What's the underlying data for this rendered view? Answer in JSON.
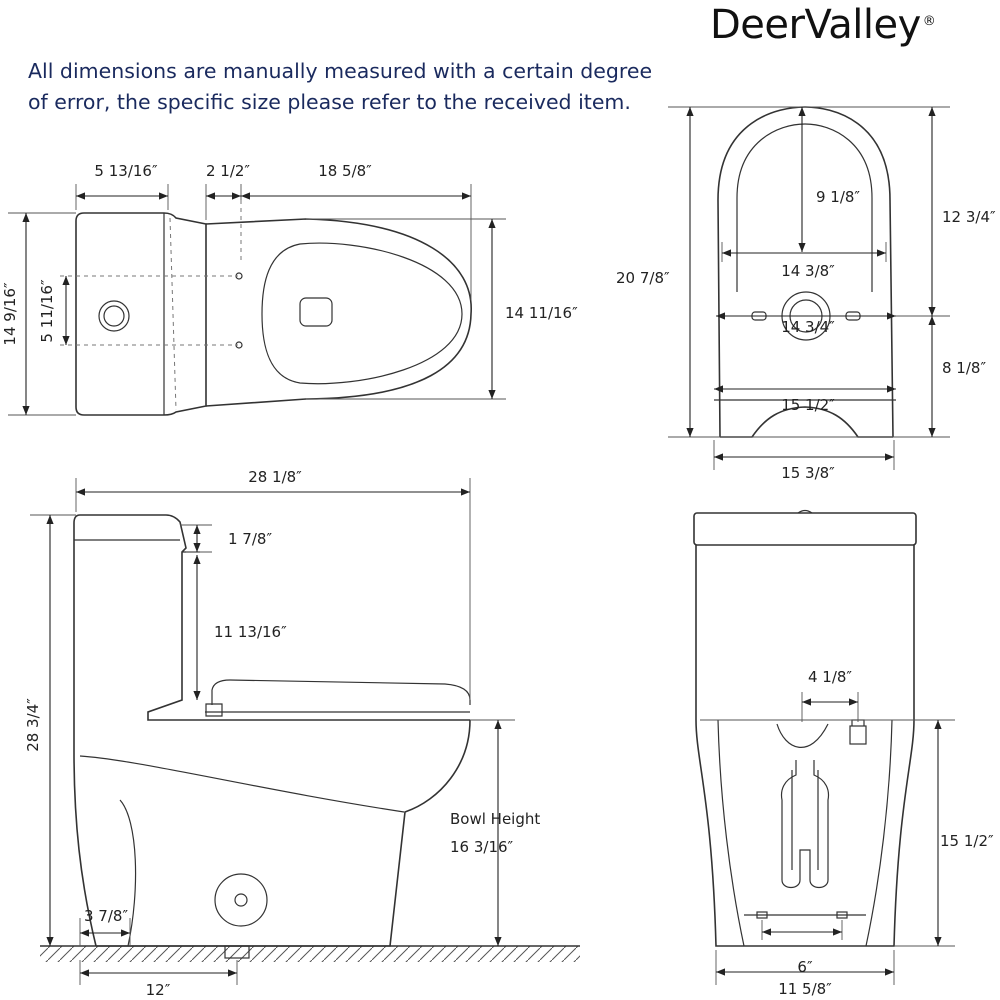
{
  "header": {
    "brand": "DeerValley",
    "registered_mark": "®",
    "note_line1": "All dimensions are manually measured with a certain degree",
    "note_line2": "of error, the specific size please refer to the received item."
  },
  "top_view": {
    "tank_depth": "5 13/16″",
    "hole_offset": "2 1/2″",
    "bowl_length": "18 5/8″",
    "overall_width": "14 9/16″",
    "hole_spacing": "5 11/16″",
    "bowl_width": "14 11/16″"
  },
  "seat_view": {
    "opening_depth": "9 1/8″",
    "opening_width": "14 3/8″",
    "hinge_width": "14 3/4″",
    "rear_width": "15 1/2″",
    "base_width": "15 3/8″",
    "overall_depth": "20 7/8″",
    "front_depth": "12 3/4″",
    "rear_depth": "8 1/8″"
  },
  "side_view": {
    "overall_length": "28 1/8″",
    "tank_lid": "1 7/8″",
    "tank_height": "11 13/16″",
    "overall_height": "28 3/4″",
    "bowl_height_label": "Bowl Height",
    "bowl_height": "16 3/16″",
    "rough_in_offset": "3 7/8″",
    "rough_in": "12″"
  },
  "front_view": {
    "trapway_width": "4 1/8″",
    "trapway_height": "15 1/2″",
    "bolt_spacing": "6″",
    "base_width": "11 5/8″"
  }
}
